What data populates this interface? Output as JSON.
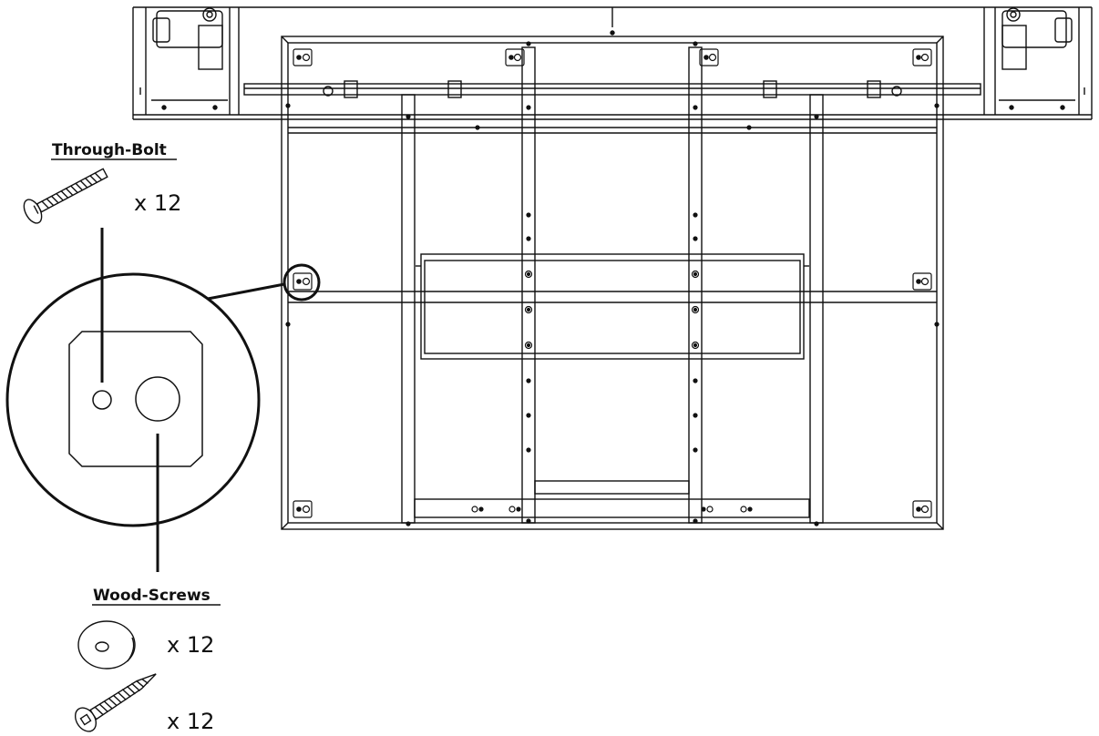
{
  "diagram": {
    "hardware": {
      "through_bolt": {
        "label": "Through-Bolt",
        "quantity": "x 12",
        "icon": "through-bolt-icon"
      },
      "wood_screws": {
        "label": "Wood-Screws",
        "washer_quantity": "x 12",
        "screw_quantity": "x 12",
        "washer_icon": "washer-icon",
        "screw_icon": "wood-screw-icon"
      }
    },
    "detail_callout": {
      "icon": "mounting-bracket-detail"
    },
    "colors": {
      "line": "#111111",
      "background": "#ffffff"
    }
  }
}
